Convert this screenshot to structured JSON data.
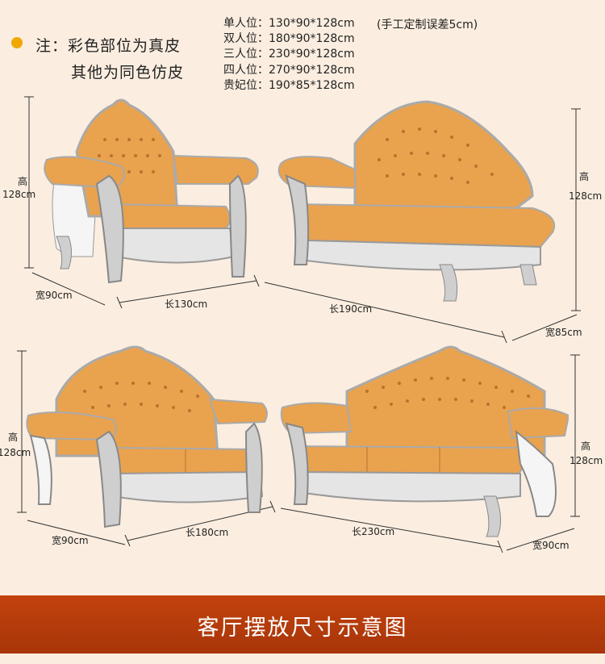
{
  "note": {
    "line1": "注：彩色部位为真皮",
    "line2": "其他为同色仿皮"
  },
  "specs": [
    "单人位：130*90*128cm",
    "双人位：180*90*128cm",
    "三人位：230*90*128cm",
    "四人位：270*90*128cm",
    "贵妃位：190*85*128cm"
  ],
  "custom_note": "(手工定制误差5cm)",
  "dims": {
    "single": {
      "height_label": "高",
      "height_value": "128cm",
      "depth": "宽90cm",
      "length": "长130cm"
    },
    "chaise": {
      "height_label": "高",
      "height_value": "128cm",
      "length": "长190cm",
      "depth": "宽85cm"
    },
    "double": {
      "height_label": "高",
      "height_value": "128cm",
      "depth": "宽90cm",
      "length": "长180cm"
    },
    "triple": {
      "height_label": "高",
      "height_value": "128cm",
      "length": "长230cm",
      "depth": "宽90cm"
    }
  },
  "footer_title": "客厅摆放尺寸示意图",
  "colors": {
    "leather": "#e9a24e",
    "frame": "#d4d4d4",
    "banner": "#b63c0b",
    "background": "#fbeee0",
    "dot": "#f0a800"
  }
}
